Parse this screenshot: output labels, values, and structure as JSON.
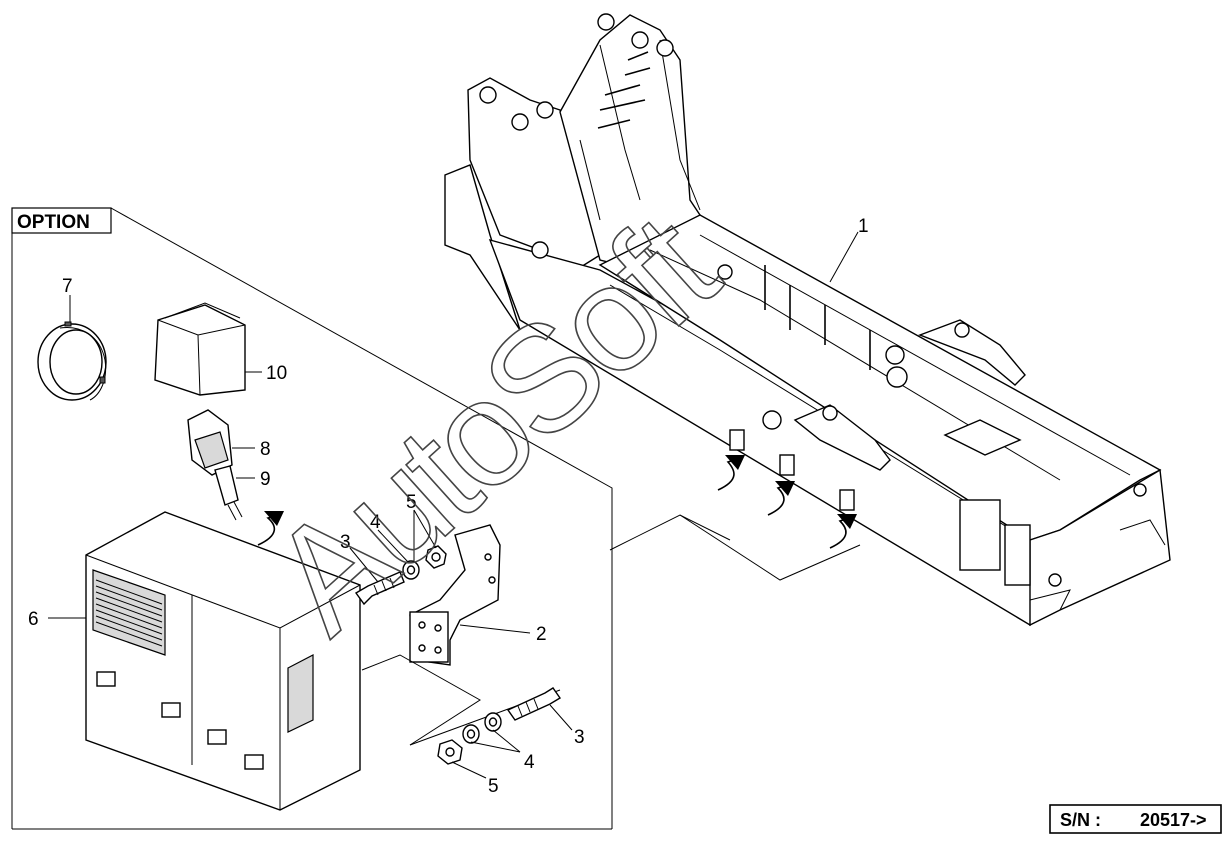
{
  "option_label": "OPTION",
  "serial": {
    "prefix": "S/N :",
    "value": "20517->"
  },
  "watermark": "AutoSoft",
  "callouts": {
    "frame": "1",
    "bracket": "2",
    "bolt_upper": "3",
    "washer_upper": "4",
    "nut_upper": "5",
    "box": "6",
    "ring": "7",
    "connector_top": "8",
    "connector_bottom": "9",
    "cap": "10",
    "bolt_lower": "3",
    "washer_lower": "4",
    "nut_lower": "5"
  },
  "icons": [
    "curved-arrow-icon",
    "bolt-icon",
    "washer-icon",
    "nut-icon"
  ]
}
